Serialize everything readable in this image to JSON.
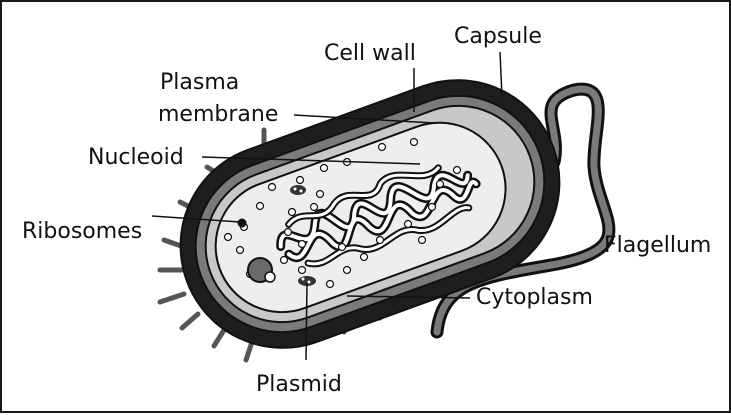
{
  "labels": {
    "cell_wall": "Cell wall",
    "capsule": "Capsule",
    "plasma_membrane_line1": "Plasma",
    "plasma_membrane_line2": "membrane",
    "nucleoid": "Nucleoid",
    "ribosomes": "Ribosomes",
    "flagellum": "Flagellum",
    "cytoplasm": "Cytoplasm",
    "plasmid": "Plasmid"
  },
  "colors": {
    "capsule": "#1e1e1e",
    "cell_wall": "#7a7a7a",
    "membrane": "#c8c8c8",
    "cytoplasm": "#eeeeee",
    "outline": "#111111",
    "flagellum": "#6e6e6e"
  }
}
